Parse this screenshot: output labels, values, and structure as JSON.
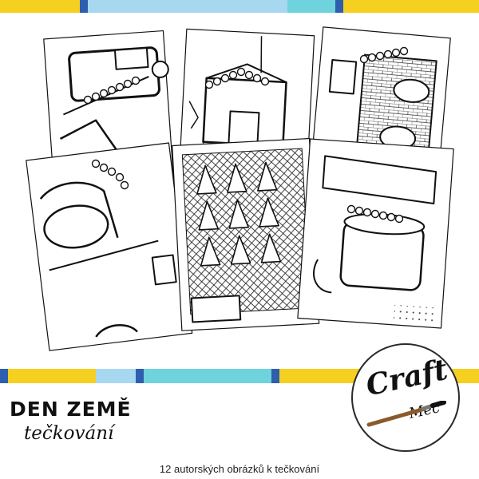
{
  "title": {
    "line1": "DEN ZEMĚ",
    "line2": "tečkování"
  },
  "subtitle": "12 autorských obrázků k tečkování",
  "logo": {
    "word1": "Craft",
    "word2": "Mec"
  },
  "colors": {
    "yellow": "#f5d020",
    "blue": "#2e5fae",
    "teal": "#6fd3dd",
    "light_blue": "#a8d8f0",
    "ink": "#111111"
  },
  "icons": {
    "brush": "paintbrush-icon"
  }
}
